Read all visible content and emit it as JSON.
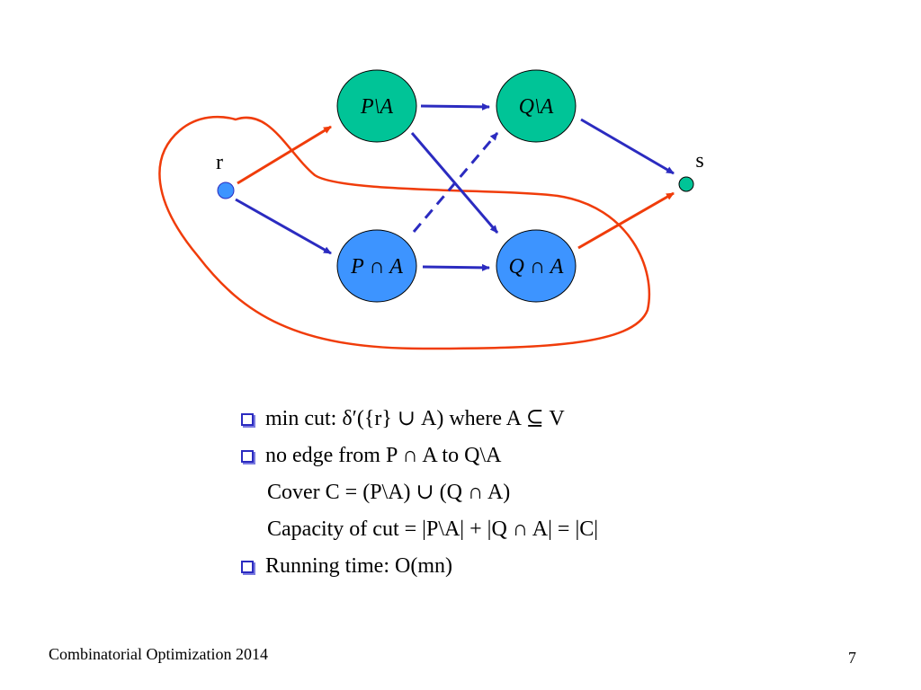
{
  "diagram": {
    "nodes": {
      "p_minus_a": "P\\A",
      "q_minus_a": "Q\\A",
      "p_cap_a": "P ∩ A",
      "q_cap_a": "Q ∩ A",
      "source": "r",
      "sink": "s"
    },
    "colors": {
      "green_node": "#00c497",
      "blue_node": "#3d94ff",
      "blue_edge": "#2b2bc0",
      "red_edge": "#f03c0a",
      "cut_curve": "#f03c0a"
    }
  },
  "bullets": [
    {
      "text": "min cut: δ′({r} ∪ A) where A ⊆ V",
      "has_box": true
    },
    {
      "text": "no edge from P ∩ A to Q\\A",
      "has_box": true
    },
    {
      "text": "Cover C = (P\\A) ∪ (Q ∩ A)",
      "has_box": false
    },
    {
      "text": "Capacity of cut = |P\\A| + |Q ∩ A| = |C|",
      "has_box": false
    },
    {
      "text": "Running time: O(mn)",
      "has_box": true
    }
  ],
  "footer": {
    "title": "Combinatorial Optimization 2014",
    "page": "7"
  }
}
